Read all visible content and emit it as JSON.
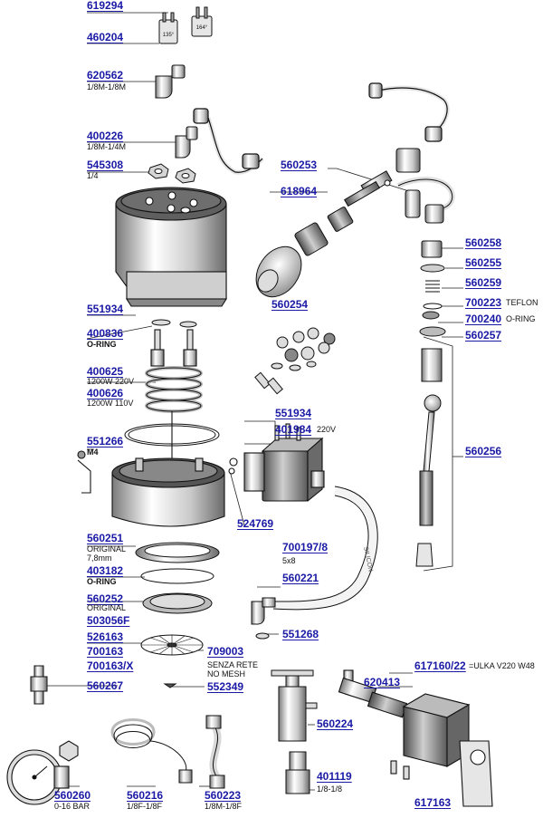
{
  "labels": {
    "p619294": {
      "code": "619294"
    },
    "p460204": {
      "code": "460204"
    },
    "p620562": {
      "code": "620562",
      "desc": "1/8M-1/8M"
    },
    "p400226": {
      "code": "400226",
      "desc": "1/8M-1/4M"
    },
    "p545308": {
      "code": "545308",
      "desc": "1/4"
    },
    "p560253": {
      "code": "560253"
    },
    "p618964": {
      "code": "618964"
    },
    "p560258": {
      "code": "560258"
    },
    "p560255": {
      "code": "560255"
    },
    "p560259": {
      "code": "560259"
    },
    "p700223": {
      "code": "700223",
      "desc": "TEFLON"
    },
    "p700240": {
      "code": "700240",
      "desc": "O-RING"
    },
    "p560257": {
      "code": "560257"
    },
    "p551934a": {
      "code": "551934"
    },
    "p560254": {
      "code": "560254"
    },
    "p400836": {
      "code": "400836",
      "desc": "O-RING"
    },
    "p400625": {
      "code": "400625",
      "desc": "1200W 220V"
    },
    "p400626": {
      "code": "400626",
      "desc": "1200W 110V"
    },
    "p551934b": {
      "code": "551934"
    },
    "p401984": {
      "code": "401984",
      "desc": "220V"
    },
    "p551266": {
      "code": "551266",
      "desc": "M4"
    },
    "p560256": {
      "code": "560256"
    },
    "p524769": {
      "code": "524769"
    },
    "p560251": {
      "code": "560251",
      "desc": "ORIGINAL",
      "desc2": "7,8mm"
    },
    "p700197": {
      "code": "700197/8",
      "desc": "5x8"
    },
    "p403182": {
      "code": "403182",
      "desc": "O-RING"
    },
    "p560221": {
      "code": "560221"
    },
    "p560252": {
      "code": "560252",
      "desc": "ORIGINAL"
    },
    "p503056F": {
      "code": "503056F"
    },
    "p551268": {
      "code": "551268"
    },
    "p526163": {
      "code": "526163"
    },
    "p700163": {
      "code": "700163"
    },
    "p700163X": {
      "code": "700163/X"
    },
    "p709003": {
      "code": "709003",
      "desc": "SENZA RETE",
      "desc2": "NO MESH"
    },
    "p617160": {
      "code": "617160/22",
      "desc": "=ULKA V220 W48"
    },
    "p620413": {
      "code": "620413"
    },
    "p560267": {
      "code": "560267"
    },
    "p552349": {
      "code": "552349"
    },
    "p560224": {
      "code": "560224"
    },
    "p560260": {
      "code": "560260",
      "desc": "0-16 BAR"
    },
    "p560216": {
      "code": "560216",
      "desc": "1/8F-1/8F"
    },
    "p560223": {
      "code": "560223",
      "desc": "1/8M-1/8F"
    },
    "p401119": {
      "code": "401119",
      "desc": "1/8-1/8"
    },
    "p617163": {
      "code": "617163"
    }
  },
  "part_text": {
    "thermostat_a": "135°",
    "thermostat_b": "164°",
    "tube_print": "SILICON"
  },
  "colors": {
    "code": "#1a1aa6",
    "line": "#111111",
    "part_dark": "#6e6e6e",
    "part_light": "#dcdcdc"
  }
}
